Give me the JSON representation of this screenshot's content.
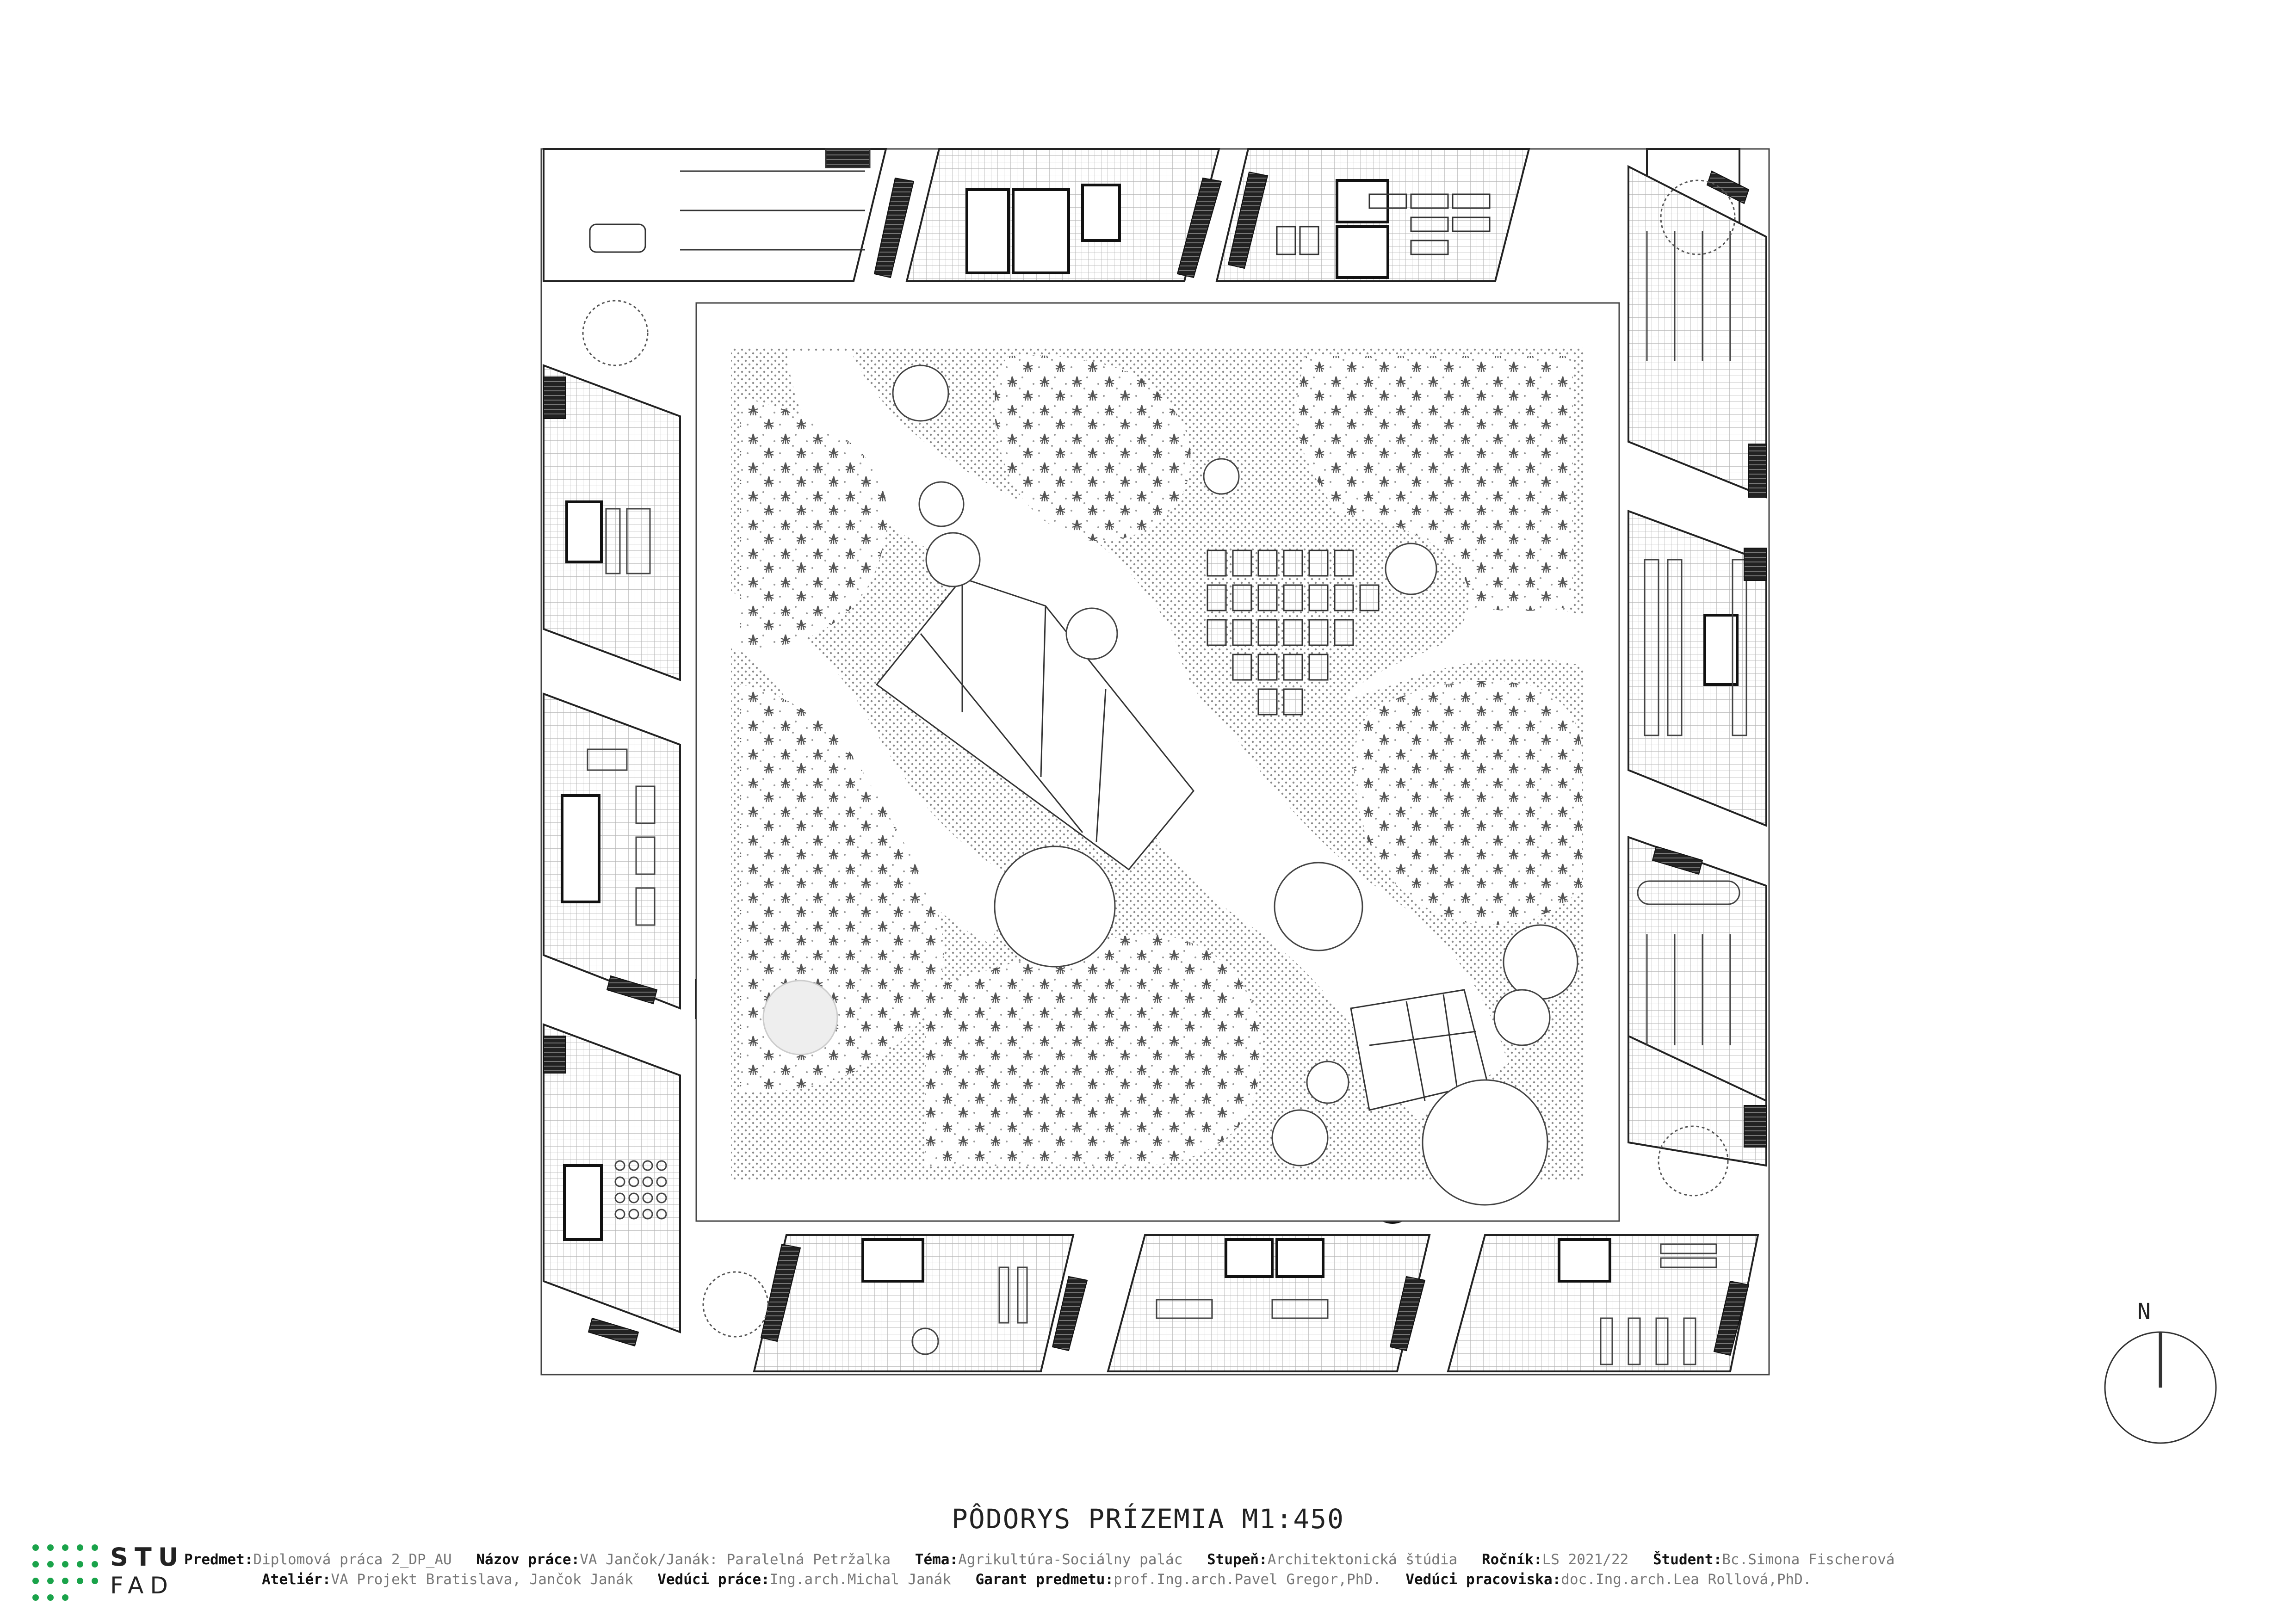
{
  "drawing": {
    "title": "PÔDORYS PRÍZEMIA M1:450",
    "north_label": "N"
  },
  "logo": {
    "line1": "STU",
    "line2": "FAD"
  },
  "info_row_1": [
    {
      "label": "Predmet:",
      "value": "Diplomová práca 2_DP_AU"
    },
    {
      "label": "Názov práce:",
      "value": "VA Jančok/Janák: Paralelná Petržalka"
    },
    {
      "label": "Téma:",
      "value": "Agrikultúra-Sociálny palác"
    },
    {
      "label": "Stupeň:",
      "value": "Architektonická štúdia"
    },
    {
      "label": "Ročník:",
      "value": "LS 2021/22"
    },
    {
      "label": "Študent:",
      "value": "Bc.Simona Fischerová"
    }
  ],
  "info_row_2": [
    {
      "label": "Ateliér:",
      "value": "VA Projekt Bratislava, Jančok Janák"
    },
    {
      "label": "Vedúci práce:",
      "value": "Ing.arch.Michal Janák"
    },
    {
      "label": "Garant predmetu:",
      "value": "prof.Ing.arch.Pavel Gregor,PhD."
    },
    {
      "label": "Vedúci pracoviska:",
      "value": "doc.Ing.arch.Lea Rollová,PhD."
    }
  ],
  "colors": {
    "line": "#222222",
    "hatch": "#9a9a9a",
    "brand_green": "#1aa34a"
  }
}
